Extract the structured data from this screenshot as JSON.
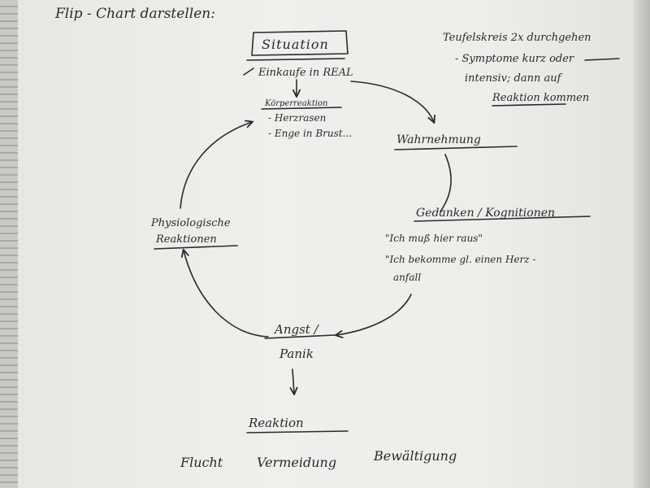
{
  "heading": "Flip - Chart darstellen:",
  "note": {
    "lines": [
      "Teufelskreis 2x durchgehen",
      "- Symptome kurz oder",
      "intensiv; dann auf",
      "Reaktion kommen"
    ]
  },
  "nodes": {
    "situation": {
      "title": "Situation",
      "line1": "Einkaufe in REAL",
      "sub_title": "Körperreaktion",
      "sub_items": [
        "- Herzrasen",
        "- Enge in Brust..."
      ]
    },
    "wahrnehmung": {
      "title": "Wahrnehmung"
    },
    "gedanken": {
      "title": "Gedanken / Kognitionen",
      "quotes": [
        "\"Ich muß hier raus\"",
        "\"Ich bekomme gl. einen Herz -",
        "anfall"
      ]
    },
    "angst": {
      "line1": "Angst /",
      "line2": "Panik"
    },
    "physiologisch": {
      "line1": "Physiologische",
      "line2": "Reaktionen"
    },
    "reaktion": {
      "title": "Reaktion"
    }
  },
  "bottom_options": [
    "Flucht",
    "Vermeidung",
    "Bewältigung"
  ]
}
